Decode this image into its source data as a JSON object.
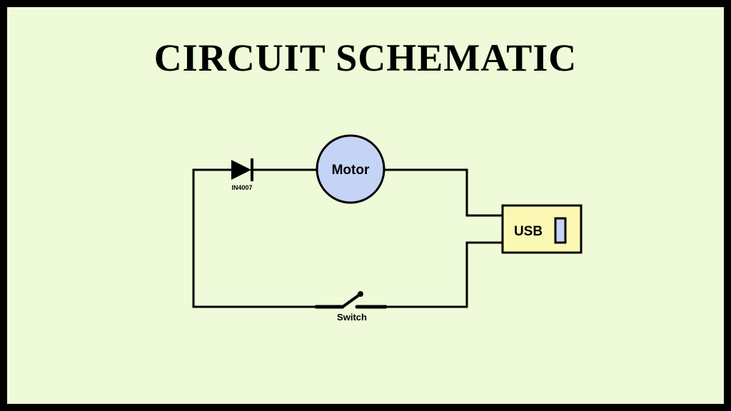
{
  "title": "CIRCUIT SCHEMATIC",
  "components": {
    "diode": {
      "label": "IN4007"
    },
    "motor": {
      "label": "Motor",
      "fill": "#c5d3f5"
    },
    "usb": {
      "label": "USB",
      "fill": "#fbf8b4",
      "port_fill": "#c5d3f5"
    },
    "switch": {
      "label": "Switch"
    }
  },
  "colors": {
    "background": "#eefad8",
    "border": "#000000",
    "wire": "#000000"
  }
}
